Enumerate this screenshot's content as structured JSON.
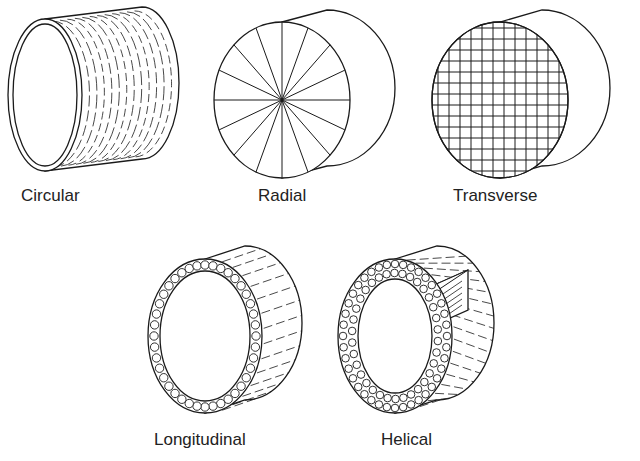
{
  "diagram": {
    "labels": [
      "Circular",
      "Radial",
      "Transverse",
      "Longitudinal",
      "Helical"
    ]
  }
}
